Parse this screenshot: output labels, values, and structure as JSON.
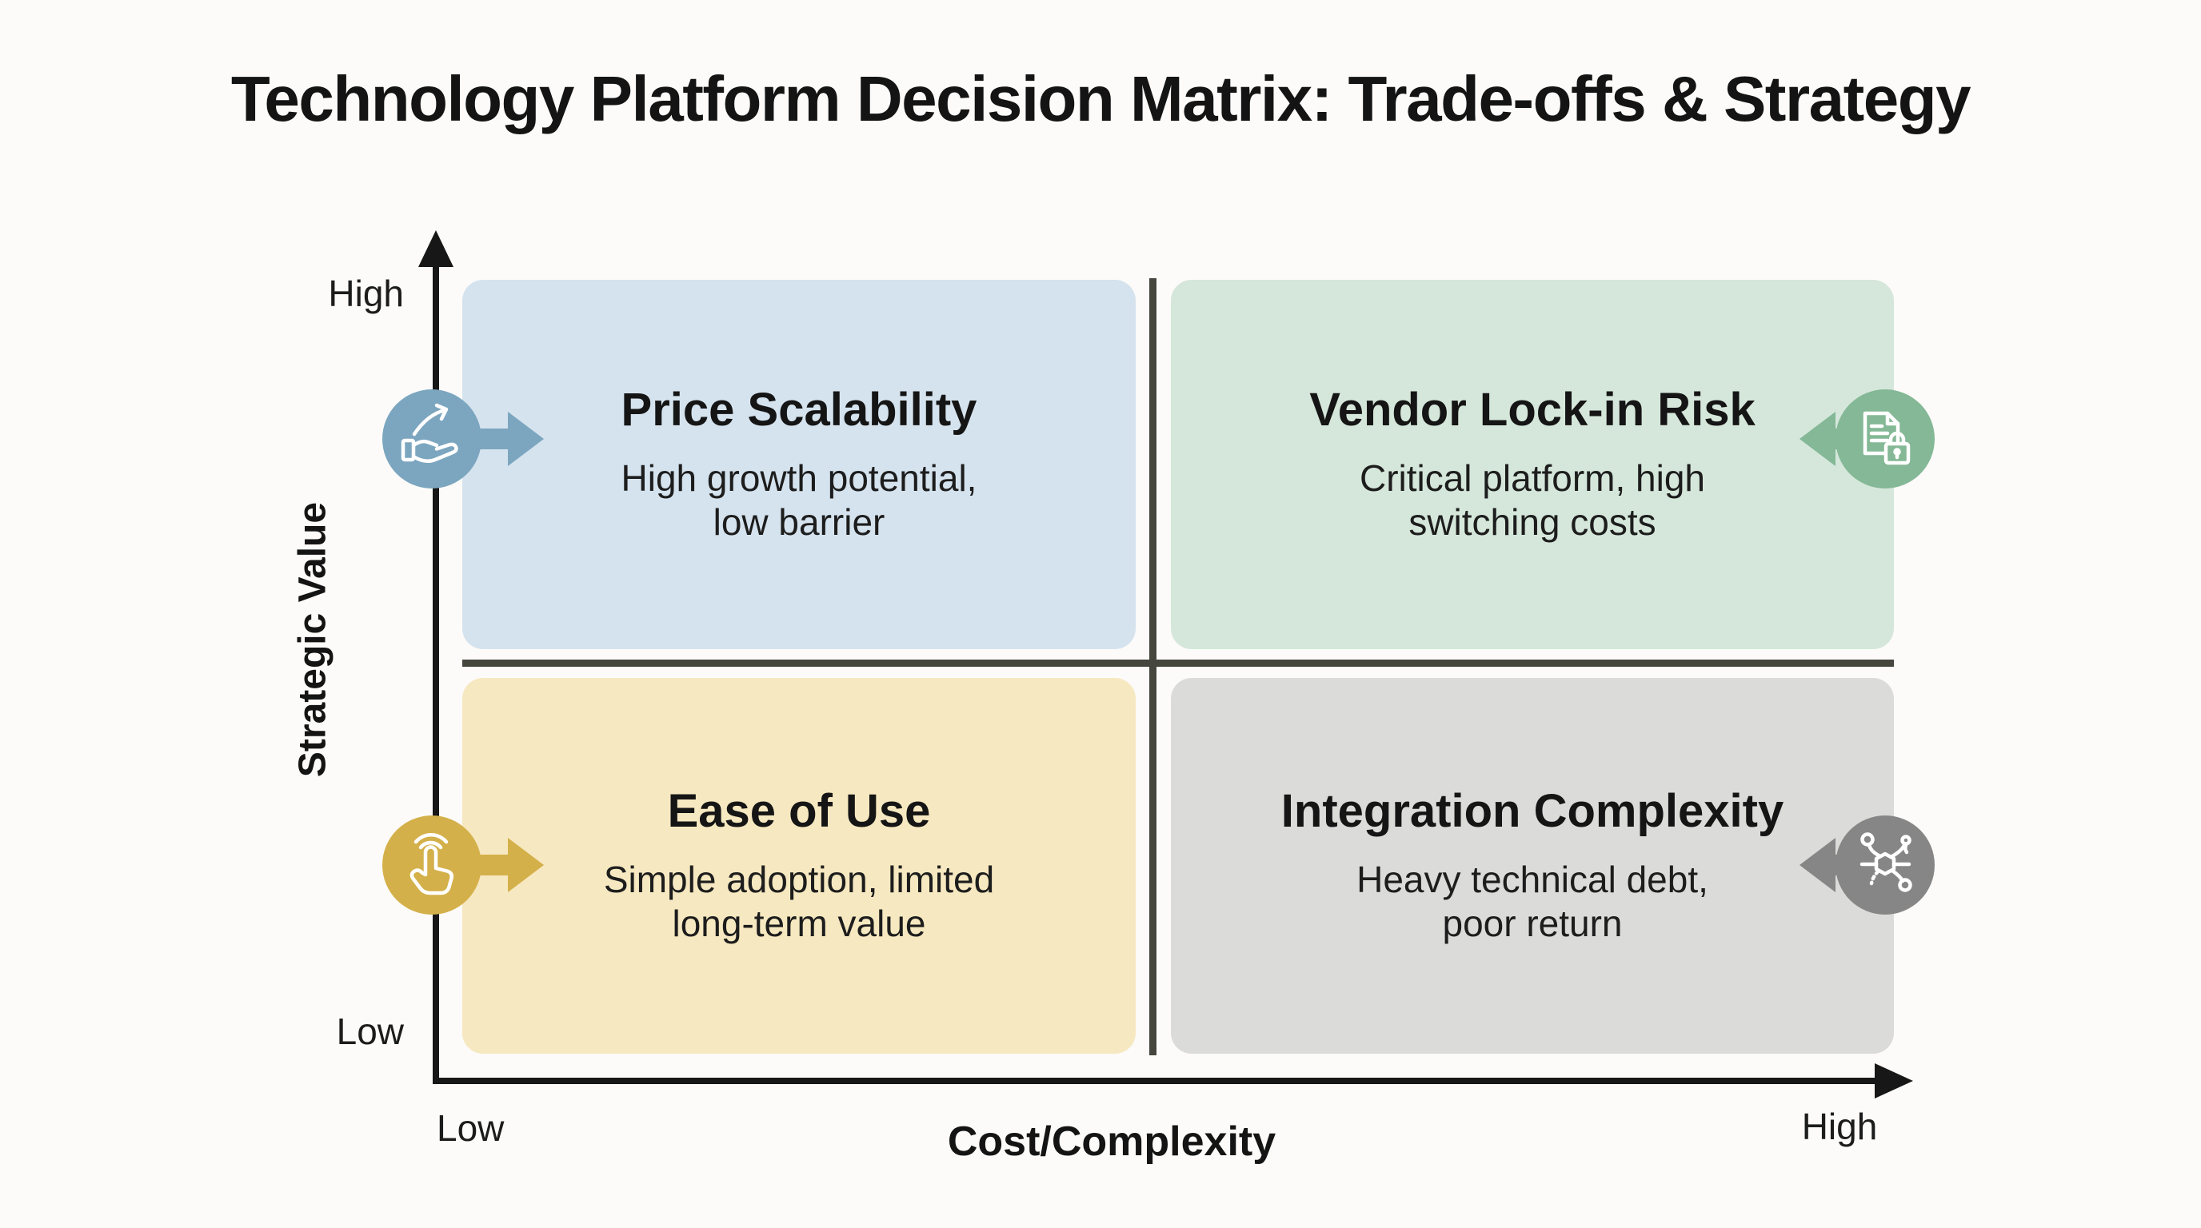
{
  "title": "Technology Platform Decision Matrix: Trade-offs & Strategy",
  "y_axis": {
    "title": "Strategic Value",
    "high_label": "High",
    "low_label": "Low"
  },
  "x_axis": {
    "title": "Cost/Complexity",
    "low_label": "Low",
    "high_label": "High"
  },
  "quadrants": [
    {
      "position": "top-left",
      "title": "Price Scalability",
      "subtitle": "High growth potential,\nlow barrier",
      "color": "#d5e3ee",
      "icon": "growth-hand-icon",
      "icon_color": "#7ca6bf",
      "icon_side": "left"
    },
    {
      "position": "top-right",
      "title": "Vendor Lock-in Risk",
      "subtitle": "Critical platform, high\nswitching costs",
      "color": "#d5e7da",
      "icon": "document-lock-icon",
      "icon_color": "#84b896",
      "icon_side": "right"
    },
    {
      "position": "bottom-left",
      "title": "Ease of Use",
      "subtitle": "Simple adoption, limited\nlong-term value",
      "color": "#f6e8c0",
      "icon": "tap-gesture-icon",
      "icon_color": "#d4b04a",
      "icon_side": "left"
    },
    {
      "position": "bottom-right",
      "title": "Integration Complexity",
      "subtitle": "Heavy technical debt,\npoor return",
      "color": "#dbdbd9",
      "icon": "integration-network-icon",
      "icon_color": "#868686",
      "icon_side": "right"
    }
  ],
  "colors": {
    "background": "#fcfbf9",
    "axis": "#171717",
    "divider": "#45473f"
  }
}
